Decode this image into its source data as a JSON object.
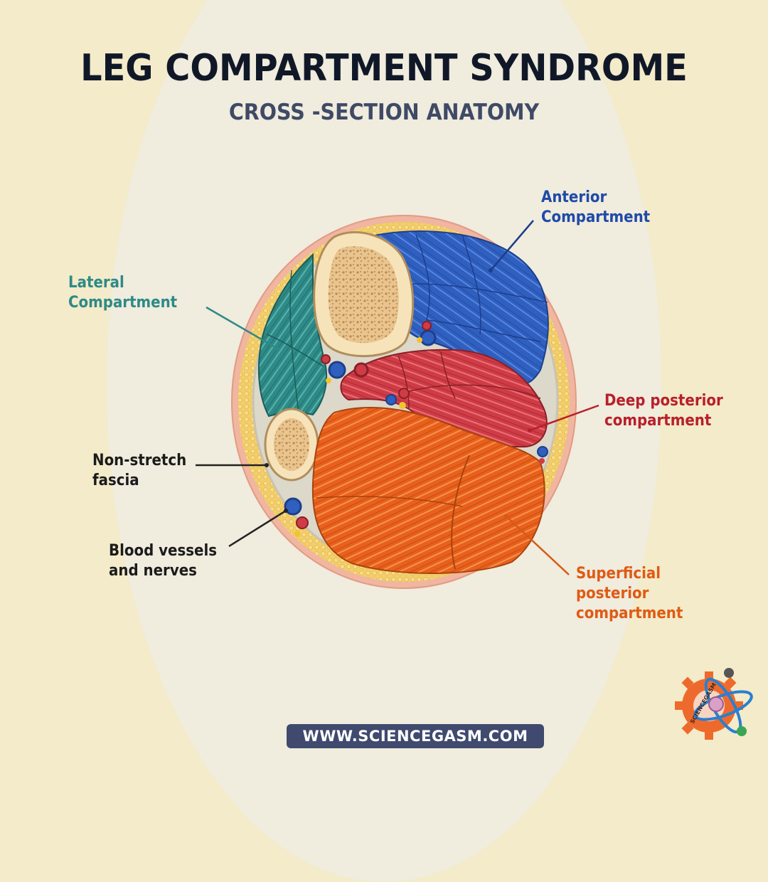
{
  "header": {
    "title": "LEG COMPARTMENT SYNDROME",
    "subtitle": "CROSS -SECTION ANATOMY"
  },
  "labels": {
    "anterior": [
      "Anterior",
      "Compartment"
    ],
    "lateral": [
      "Lateral",
      "Compartment"
    ],
    "deep_posterior": [
      "Deep posterior",
      "compartment"
    ],
    "fascia": [
      "Non-stretch",
      "fascia"
    ],
    "vessels": [
      "Blood vessels",
      "and nerves"
    ],
    "superficial_posterior": [
      "Superficial",
      "posterior",
      "compartment"
    ]
  },
  "footer": {
    "website": "WWW.SCIENCEGASM.COM",
    "logo_text": "SCIENCEGASM"
  },
  "colors": {
    "anterior": "#2f5fbf",
    "lateral": "#2e8a86",
    "deep_posterior": "#cf3c45",
    "superficial_posterior": "#e8601c",
    "bone": "#f2dcae",
    "fat": "#f2c75c",
    "skin": "#f0b6a0",
    "fascia": "#d6d2c4"
  }
}
